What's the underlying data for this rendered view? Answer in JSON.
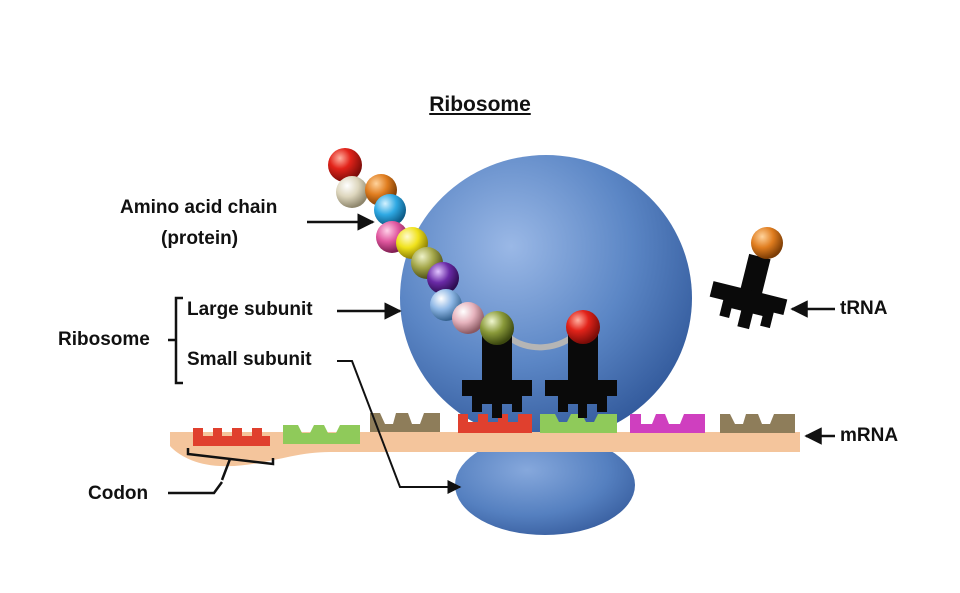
{
  "title": "Ribosome",
  "labels": {
    "amino_acid_chain": "Amino acid chain",
    "amino_acid_chain_sub": "(protein)",
    "ribosome": "Ribosome",
    "large_subunit": "Large subunit",
    "small_subunit": "Small subunit",
    "trna": "tRNA",
    "mrna": "mRNA",
    "codon": "Codon"
  },
  "colors": {
    "ribosome": "#5b86c5",
    "mrna": "#f4c59c",
    "trna": "#0a0a0a",
    "codon_red": "#e0402e",
    "codon_green": "#8fca5a",
    "codon_brown": "#8e7d5a",
    "codon_magenta": "#cf3fbf"
  },
  "amino_acids": [
    "red",
    "beige",
    "orange",
    "sky-blue",
    "pink",
    "yellow",
    "olive",
    "purple",
    "light-blue",
    "light-pink",
    "olive-green"
  ]
}
